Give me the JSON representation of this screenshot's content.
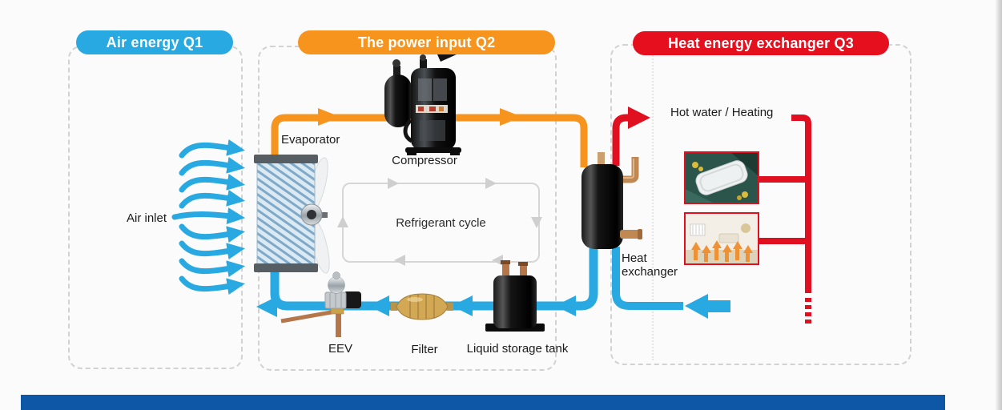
{
  "sections": {
    "q1": {
      "label": "Air energy Q1",
      "color": "#29a9e1"
    },
    "q2": {
      "label": "The power input Q2",
      "color": "#f7941e"
    },
    "q3": {
      "label": "Heat energy exchanger Q3",
      "color": "#e60f1e"
    }
  },
  "labels": {
    "air_inlet": "Air inlet",
    "evaporator": "Evaporator",
    "compressor": "Compressor",
    "refrigerant_cycle": "Refrigerant cycle",
    "hot_water": "Hot water / Heating",
    "heat_exchanger": "Heat\nexchanger",
    "eev": "EEV",
    "filter": "Filter",
    "liquid_storage_tank": "Liquid storage tank"
  },
  "colors": {
    "pipe_blue": "#29a9e1",
    "pipe_orange": "#f7941e",
    "pipe_red": "#e01020",
    "footer_bar": "#0e57a7",
    "dashed_border": "#d2d2d2"
  }
}
